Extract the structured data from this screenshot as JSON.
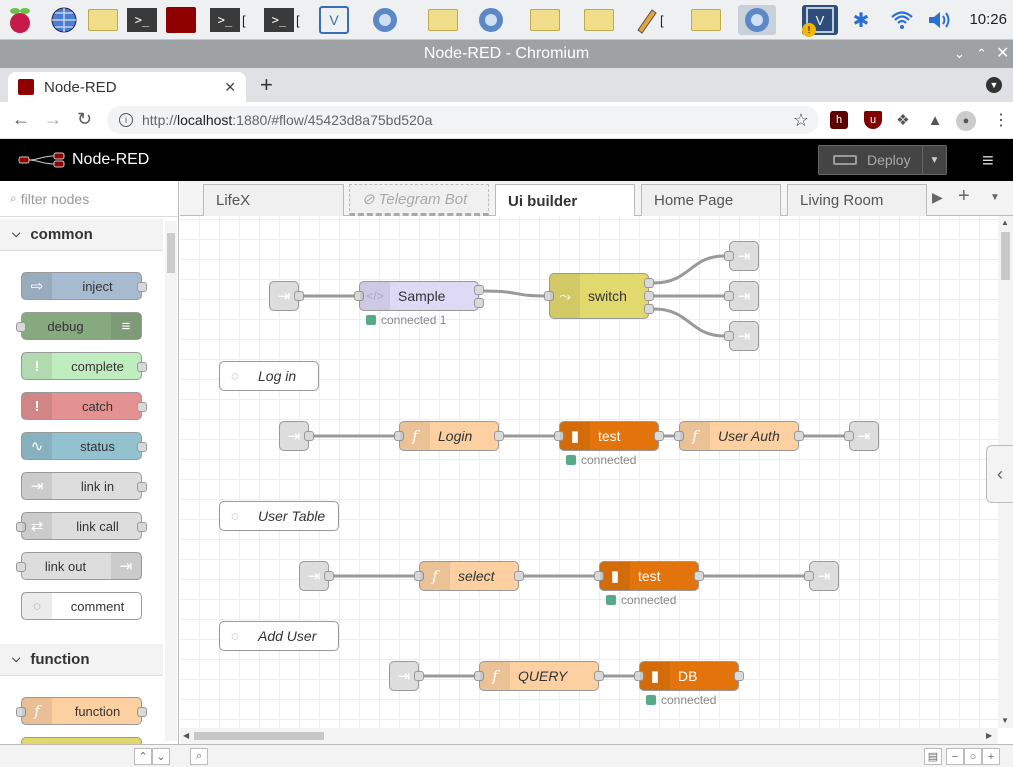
{
  "taskbar": {
    "items": [
      {
        "name": "raspberry-menu-icon"
      },
      {
        "name": "browser-globe-icon"
      },
      {
        "name": "file-manager-icon"
      },
      {
        "name": "terminal-icon"
      },
      {
        "name": "node-red-icon"
      },
      {
        "name": "terminal-window-1",
        "label": "["
      },
      {
        "name": "terminal-window-2",
        "label": "["
      },
      {
        "name": "vnc-viewer-icon"
      },
      {
        "name": "chromium-window-1"
      },
      {
        "name": "folder-window-1"
      },
      {
        "name": "chromium-window-2"
      },
      {
        "name": "folder-window-2"
      },
      {
        "name": "folder-window-3"
      },
      {
        "name": "text-editor-window",
        "label": "["
      },
      {
        "name": "folder-window-4"
      },
      {
        "name": "chromium-window-active"
      }
    ],
    "tray": [
      "vnc-server-icon",
      "bluetooth-icon",
      "wifi-icon",
      "volume-icon"
    ],
    "clock": "10:26"
  },
  "window": {
    "title": "Node-RED - Chromium"
  },
  "browser": {
    "tab_title": "Node-RED",
    "url_prefix": "http://",
    "url_host": "localhost",
    "url_rest": ":1880/#flow/45423d8a75bd520a"
  },
  "nodered": {
    "app_title": "Node-RED",
    "deploy_label": "Deploy",
    "filter_placeholder": "filter nodes",
    "categories": [
      {
        "label": "common",
        "nodes": [
          {
            "label": "inject",
            "color": "#a6bbcf"
          },
          {
            "label": "debug",
            "color": "#87a980"
          },
          {
            "label": "complete",
            "color": "#c0edc0"
          },
          {
            "label": "catch",
            "color": "#e49191"
          },
          {
            "label": "status",
            "color": "#94c1d0"
          },
          {
            "label": "link in",
            "color": "#dddddd"
          },
          {
            "label": "link call",
            "color": "#dddddd"
          },
          {
            "label": "link out",
            "color": "#dddddd"
          },
          {
            "label": "comment",
            "color": "#ffffff"
          }
        ]
      },
      {
        "label": "function",
        "nodes": [
          {
            "label": "function",
            "color": "#fdd0a2"
          }
        ]
      }
    ],
    "workspace_tabs": [
      "LifeX",
      "Telegram Bot",
      "Ui builder",
      "Home Page",
      "Living Room"
    ],
    "active_tab": "Ui builder",
    "disabled_tab": "Telegram Bot",
    "flow": {
      "sample": "Sample",
      "sample_status": "connected 1",
      "switch": "switch",
      "comment_login": "Log in",
      "login": "Login",
      "test1": "test",
      "test1_status": "connected",
      "user_auth": "User Auth",
      "comment_user_table": "User Table",
      "select": "select",
      "test2": "test",
      "test2_status": "connected",
      "comment_add_user": "Add User",
      "query": "QUERY",
      "db": "DB",
      "db_status": "connected"
    },
    "colors": {
      "function": "#fdd0a2",
      "database": "#e2740b",
      "switch": "#e2d96e",
      "template": "#dedaf6",
      "link": "#dddddd",
      "status_ok": "#5a8"
    }
  }
}
